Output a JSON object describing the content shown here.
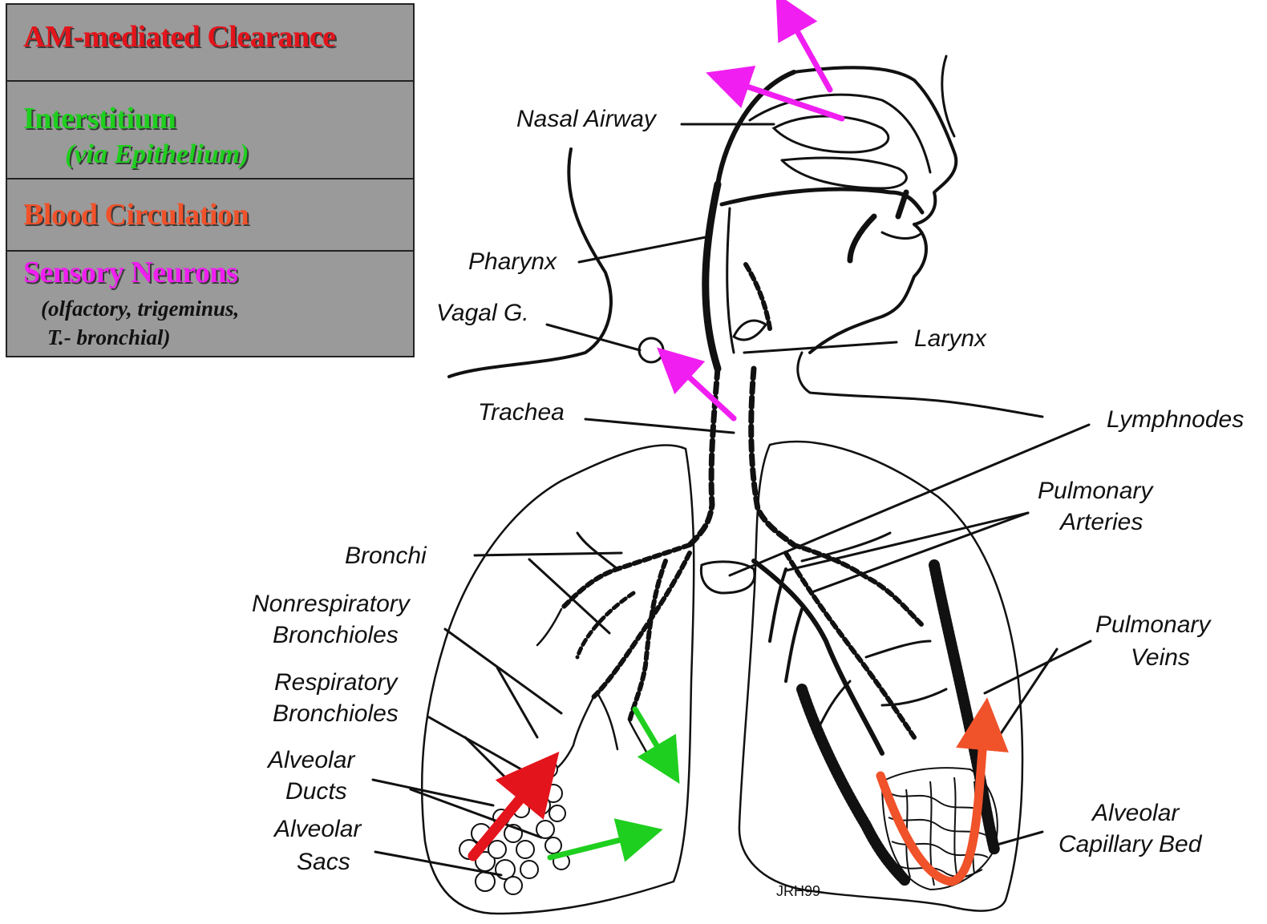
{
  "legend": {
    "rows": [
      {
        "title": "AM-mediated Clearance",
        "color": "#e3141b"
      },
      {
        "title": "Interstitium",
        "subtitle": "(via Epithelium)",
        "color": "#1fcf1f"
      },
      {
        "title": "Blood Circulation",
        "color": "#f0522a"
      },
      {
        "title": "Sensory Neurons",
        "subtitle_lines": [
          "(olfactory, trigeminus,",
          "T.- bronchial)"
        ],
        "color": "#f01ef0"
      }
    ]
  },
  "labels": {
    "nasal_airway": "Nasal Airway",
    "pharynx": "Pharynx",
    "vagal_g": "Vagal G.",
    "larynx": "Larynx",
    "trachea": "Trachea",
    "lymphnodes": "Lymphnodes",
    "pulmonary_arteries": [
      "Pulmonary",
      "Arteries"
    ],
    "bronchi": "Bronchi",
    "nonrespiratory_bronchioles": [
      "Nonrespiratory",
      "Bronchioles"
    ],
    "respiratory_bronchioles": [
      "Respiratory",
      "Bronchioles"
    ],
    "pulmonary_veins": [
      "Pulmonary",
      "Veins"
    ],
    "alveolar_ducts": [
      "Alveolar",
      "Ducts"
    ],
    "alveolar_sacs": [
      "Alveolar",
      "Sacs"
    ],
    "alveolar_capillary_bed": [
      "Alveolar",
      "Capillary Bed"
    ],
    "signature": "JRH99"
  },
  "arrow_colors": {
    "sensory": "#f01ef0",
    "interstitium": "#1fcf1f",
    "am_clearance": "#e3141b",
    "blood": "#f0522a"
  }
}
